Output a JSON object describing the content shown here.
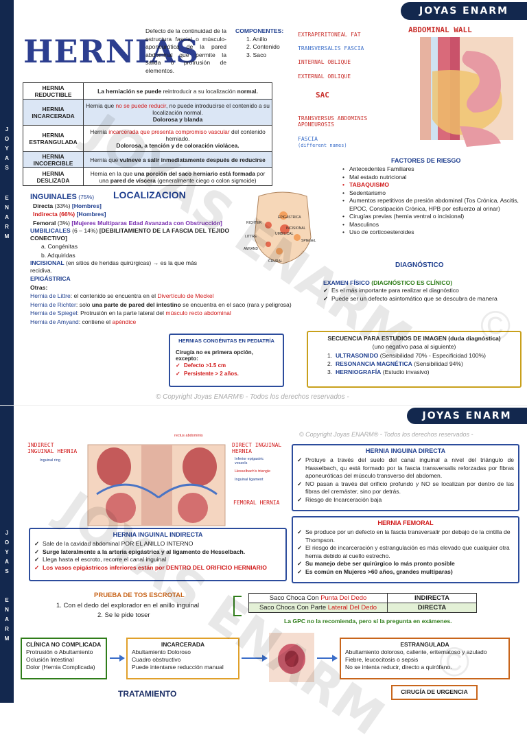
{
  "brand": "JOYAS ENARM",
  "sidebar_letters": [
    "J",
    "O",
    "Y",
    "A",
    "S",
    "",
    "E",
    "N",
    "A",
    "R",
    "M"
  ],
  "watermark": "JOYAS ENARM",
  "copyright": "© Copyright Joyas ENARM®  - Todos los derechos reservados  -",
  "title": "HERNIAS",
  "definition": "Defecto de la continuidad de la estructura fascial o músculo-aponeurótica de la pared abdominal que permite la salida o protrusión de elementos.",
  "components": {
    "heading": "COMPONENTES:",
    "items": [
      "1.   Anillo",
      "2.   Contenido",
      "3.   Saco"
    ]
  },
  "wall_diagram": {
    "title": "ABDOMINAL WALL",
    "labels": [
      "EXTRAPERITONEAL FAT",
      "TRANSVERSALIS FASCIA",
      "INTERNAL OBLIQUE",
      "EXTERNAL OBLIQUE",
      "SAC",
      "TRANSVERSUS ABDOMINIS APONEUROSIS",
      "FASCIA",
      "(different names)"
    ]
  },
  "hernia_table": [
    {
      "name": "HERNIA REDUCTIBLE",
      "a": "La herniación se puede ",
      "b": "reintroducir a su localización ",
      "c": "normal."
    },
    {
      "name": "HERNIA INCARCERADA",
      "a": "Hernia que ",
      "b": "no se puede reducir",
      "c": ", no puede introducirse el contenido a su localización normal.",
      "d": "Dolorosa y blanda"
    },
    {
      "name": "HERNIA ESTRANGULADA",
      "a": "Hernia ",
      "b": "incarcerada que presenta compromiso vascular",
      "c": " del contenido herniado.",
      "d": "Dolorosa, a tención y de coloración violácea."
    },
    {
      "name": "HERNIA INCOERCIBLE",
      "a": "Hernia que ",
      "b": "vulneve a salir inmediatamente después de reducirse"
    },
    {
      "name": "HERNIA DESLIZADA",
      "a": "Hernia en la que ",
      "b": "una porción del saco herniario está formada",
      "c": " por una ",
      "d": "pared de víscera",
      "e": " (generalmente ciego o colon sigmoide)"
    }
  ],
  "localizacion": {
    "heading": "LOCALIZACION",
    "inguinales": "INGUINALES",
    "inguinales_pct": "(75%)",
    "directa": "Directa",
    "directa_pct": "(33%)",
    "directa_sex": "[Hombres]",
    "indirecta": "Indirecta (66%)",
    "indirecta_sex": "[Hombres]",
    "femoral": "Femoral",
    "femoral_pct": "(3%)",
    "femoral_note": "[Mujeres Multíparas Edad Avanzada con Obstrucción]",
    "umbilicales": "UMBILICALES",
    "umbilicales_pct": "(6 – 14%)",
    "umbilicales_note": "[DEBILITAMIENTO DE LA FASCIA DEL TEJIDO CONECTIVO]",
    "umb_items": [
      "a.   Congénitas",
      "b.   Adquiridas"
    ],
    "incisional": "INCISIONAL",
    "incisional_note": "(en sitios de heridas quirúrgicas)  →  es la que más recidiva.",
    "epigastrica": "EPIGÁSTRICA",
    "otras": "Otras:",
    "littre": "Hernia de Littre",
    "littre_t": ": el contenido se encuentra en el ",
    "littre_r": "Divertículo de Meckel",
    "richter": "Hernia de Richter",
    "richter_t": ": solo ",
    "richter_b": "una parte de pared del intestino",
    "richter_t2": " se encuentra en el saco (rara y peligrosa)",
    "spiegel": "Hernia de Spiegel",
    "spiegel_t": ": Protrusión en la parte lateral del ",
    "spiegel_r": "músculo recto abdominal",
    "amyand": "Hernia de Amyand",
    "amyand_t": ": contiene el ",
    "amyand_r": "apéndice",
    "body_labels": [
      "EPIGÁSTRICA",
      "UMBILICAL",
      "INCISIONAL",
      "RICHTER",
      "LITTRE",
      "AMYAND",
      "SPIEGEL",
      "CRURAL"
    ]
  },
  "riesgo": {
    "heading": "FACTORES DE RIESGO",
    "items": [
      "Antecedentes Familiares",
      "Mal estado nutricional",
      "TABAQUISMO",
      "Sedentarismo",
      "Aumentos repetitivos de presión abdominal (Tos Crónica, Ascitis, EPOC, Constipación Crónica, HPB por esfuerzo al orinar)",
      "Cirugías previas (hernia ventral o incisional)",
      "Masculinos",
      "Uso de corticoesteroides"
    ]
  },
  "diagnostico": {
    "heading": "DIAGNÓSTICO",
    "examen": "EXAMEN FÍSICO",
    "examen_note": "(DIAGNÓSTICO ES CLÍNICO)",
    "items": [
      "Es el más importante para realizar el diagnóstico",
      "Puede ser un defecto asintomático que se descubra de manera"
    ]
  },
  "pediatria": {
    "heading": "HERNIAS CONGÉNITAS EN PEDIATRÍA",
    "text": "Cirugía no es primera opción, excepto:",
    "items": [
      "Defecto >1.5 cm",
      "Persistente > 2 años."
    ]
  },
  "imagen": {
    "heading": "SECUENCIA PARA ESTUDIOS DE IMAGEN (duda diagnóstica)",
    "sub": "(uno negativo pasa al siguiente)",
    "items": [
      {
        "n": "1.",
        "name": "ULTRASONIDO",
        "desc": " (Sensibilidad 70% - Especificidad 100%)"
      },
      {
        "n": "2.",
        "name": "RESONANCIA MAGNÉTICA",
        "desc": " (Sensibilidad 94%)"
      },
      {
        "n": "3.",
        "name": "HERNIOGRAFÍA",
        "desc": " (Estudio invasivo)"
      }
    ]
  },
  "inguinal_diagram": {
    "labels": [
      "INDIRECT INGUINAL HERNIA",
      "Inguinal ring",
      "rectus abdominis",
      "DIRECT INGUINAL HERNIA",
      "Inferior epigastric vessels",
      "Hesselbach's triangle",
      "Inguinal ligament",
      "FEMORAL HERNIA"
    ]
  },
  "directa_box": {
    "heading": "HERNIA INGUINA DIRECTA",
    "items": [
      "Protuye a través del suelo del canal inguinal a nivel del triángulo de Hasselbach, qu está formado por la fascia transversalis reforzadas por fibras aponeuróticas del músculo transverso del abdomen.",
      "NO pasan a través del orificio profundo y NO se localizan por dentro de las fibras del cremáster, sino por detrás.",
      "Riesgo de Incarceración baja"
    ]
  },
  "indirecta_box": {
    "heading": "HERNIA INGUINAL INDIRECTA",
    "items": [
      "Sale de la cavidad abdominal POR EL ANILLO INTERNO",
      "Surge lateralmente a la arteria epigástrica y al ligamento de Hesselbach.",
      "Llega hasta el escroto, recorre el canal inguinal",
      "Los vasos epigástricos inferiores están por DENTRO DEL ORIFICIO HERNIARIO"
    ]
  },
  "femoral_box": {
    "heading": "HERNIA FEMORAL",
    "items": [
      "Se produce por un defecto en la fascia transversalir por debajo de la cintilla de Thompson.",
      "El riesgo de incarceración y estrangulación es más elevado que cualquier otra hernia debido al cuello estrecho.",
      "Su manejo debe ser quirúrgico lo más pronto posible",
      "Es común en Mujeres >60 años, grandes multíparas)"
    ]
  },
  "tos": {
    "heading": "PRUEBA DE TOS ESCROTAL",
    "items": [
      "1.   Con el dedo del explorador en el anillo inguinal",
      "2.   Se le pide toser"
    ],
    "table": [
      {
        "a": "Saco Choca Con ",
        "b": "Punta Del Dedo",
        "r": "INDIRECTA"
      },
      {
        "a": "Saco Choca Con Parte ",
        "b": "Lateral Del Dedo",
        "r": "DIRECTA"
      }
    ],
    "note": "La GPC no la recomienda, pero sí la pregunta en exámenes."
  },
  "flow": [
    {
      "h": "CLÍNICA NO COMPLICADA",
      "items": [
        "Protrusión o Abultamiento",
        "Oclusión Intestinal",
        "Dolor (Hernia Complicada)"
      ]
    },
    {
      "h": "INCARCERADA",
      "items": [
        "Abultamiento Doloroso",
        "Cuadro obstructivo",
        "Puede intentarse reducción manual"
      ]
    },
    {
      "h": "ESTRANGULADA",
      "items": [
        "Abultamiento doloroso, caliente, eritematoso y azulado",
        "Fiebre, leucocitosis o sepsis",
        "No se intenta reducir, directo a quirófano."
      ]
    }
  ],
  "urgencia": "CIRUGÍA DE URGENCIA",
  "tratamiento": "TRATAMIENTO",
  "colors": {
    "navy": "#13284e",
    "blue": "#1f3f8f",
    "red": "#d01818",
    "purple": "#7a2fb0",
    "green": "#2f7d1a",
    "orange": "#c8651b"
  }
}
